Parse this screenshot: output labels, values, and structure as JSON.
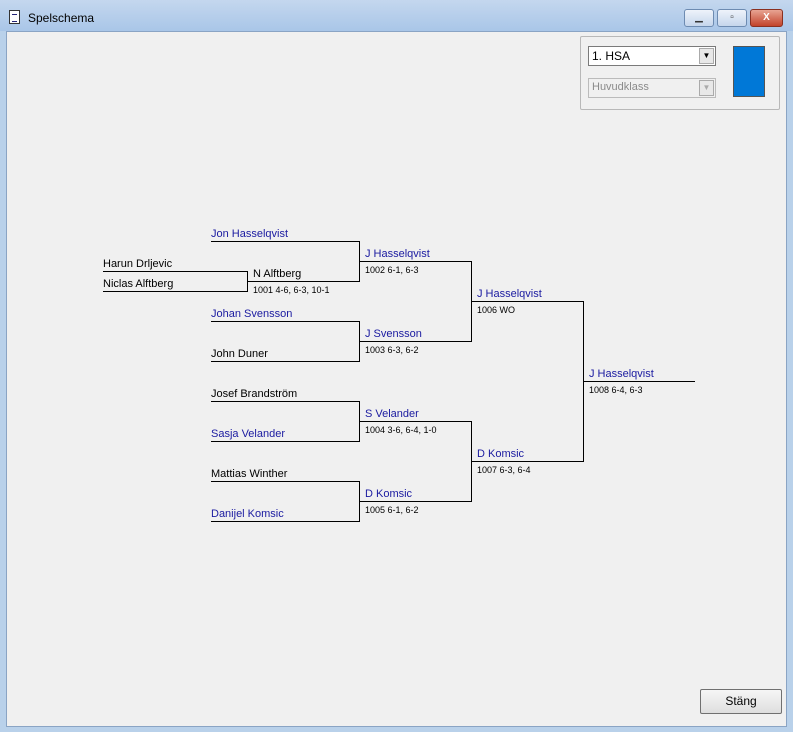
{
  "window": {
    "title": "Spelschema",
    "minimize": "▁",
    "maximize": "▫",
    "close": "X"
  },
  "controls": {
    "class_select": "1.  HSA",
    "category_select": "Huvudklass",
    "swatch_color": "#0078d7",
    "close_label": "Stäng"
  },
  "colors": {
    "winner": "#1a1aa0",
    "normal": "#000000"
  },
  "bracket": {
    "slots": [
      {
        "name": "Harun Drljevic",
        "win": false
      },
      {
        "name": "Niclas Alftberg",
        "win": false
      },
      {
        "name": "Jon Hasselqvist",
        "win": true
      },
      {
        "name": "Johan Svensson",
        "win": true
      },
      {
        "name": "John Duner",
        "win": false
      },
      {
        "name": "Josef Brandström",
        "win": false
      },
      {
        "name": "Sasja Velander",
        "win": true
      },
      {
        "name": "Mattias Winther",
        "win": false
      },
      {
        "name": "Danijel Komsic",
        "win": true
      }
    ],
    "matches": [
      {
        "winner": "N Alftberg",
        "score": "1001  4-6, 6-3, 10-1",
        "win": false
      },
      {
        "winner": "J Hasselqvist",
        "score": "1002  6-1, 6-3",
        "win": true
      },
      {
        "winner": "J Svensson",
        "score": "1003  6-3, 6-2",
        "win": true
      },
      {
        "winner": "S Velander",
        "score": "1004  3-6, 6-4, 1-0",
        "win": true
      },
      {
        "winner": "D Komsic",
        "score": "1005  6-1, 6-2",
        "win": true
      },
      {
        "winner": "J Hasselqvist",
        "score": "1006  WO",
        "win": true
      },
      {
        "winner": "D Komsic",
        "score": "1007  6-3, 6-4",
        "win": true
      },
      {
        "winner": "J Hasselqvist",
        "score": "1008  6-4, 6-3",
        "win": true
      }
    ]
  }
}
